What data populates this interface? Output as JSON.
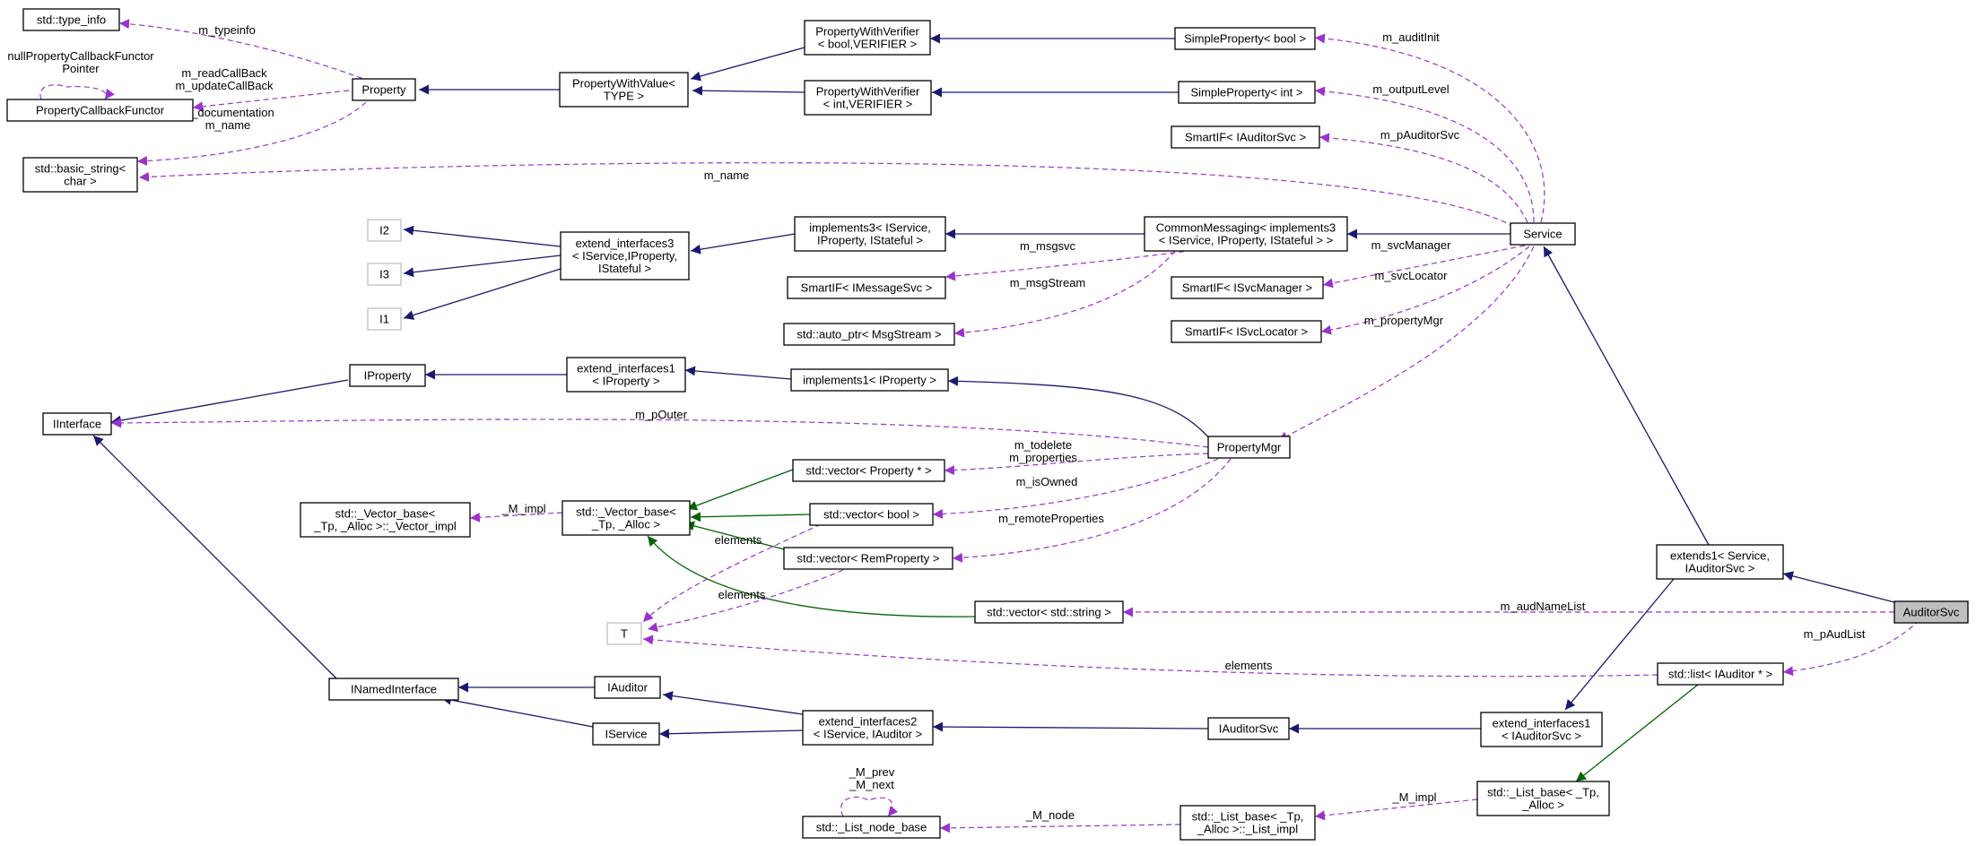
{
  "colors": {
    "inherit": "#191970",
    "template": "#006400",
    "usage": "#9a32cd",
    "node_border": "#000000",
    "ghost_border": "#bfbfbf",
    "highlight_fill": "#bfbfbf"
  },
  "nodes": [
    {
      "id": "typeinfo",
      "lines": [
        "std::type_info"
      ]
    },
    {
      "id": "pcf",
      "lines": [
        "PropertyCallbackFunctor"
      ]
    },
    {
      "id": "bstring",
      "lines": [
        "std::basic_string<",
        "char >"
      ]
    },
    {
      "id": "iinterface",
      "lines": [
        "IInterface"
      ]
    },
    {
      "id": "vimpl",
      "lines": [
        "std::_Vector_base<",
        "_Tp, _Alloc >::_Vector_impl"
      ]
    },
    {
      "id": "inamed",
      "lines": [
        "INamedInterface"
      ]
    },
    {
      "id": "property",
      "lines": [
        "Property"
      ]
    },
    {
      "id": "i2",
      "lines": [
        "I2"
      ]
    },
    {
      "id": "i3",
      "lines": [
        "I3"
      ]
    },
    {
      "id": "i1",
      "lines": [
        "I1"
      ]
    },
    {
      "id": "iproperty",
      "lines": [
        "IProperty"
      ]
    },
    {
      "id": "t",
      "lines": [
        "T"
      ]
    },
    {
      "id": "pwv",
      "lines": [
        "PropertyWithValue<",
        "TYPE >"
      ]
    },
    {
      "id": "ext3",
      "lines": [
        "extend_interfaces3",
        "< IService,IProperty,",
        "IStateful >"
      ]
    },
    {
      "id": "ext1p",
      "lines": [
        "extend_interfaces1",
        "< IProperty >"
      ]
    },
    {
      "id": "vbase",
      "lines": [
        "std::_Vector_base<",
        "_Tp, _Alloc >"
      ]
    },
    {
      "id": "iauditor",
      "lines": [
        "IAuditor"
      ]
    },
    {
      "id": "iservice",
      "lines": [
        "IService"
      ]
    },
    {
      "id": "pwvb",
      "lines": [
        "PropertyWithVerifier",
        "< bool,VERIFIER >"
      ]
    },
    {
      "id": "pwvi",
      "lines": [
        "PropertyWithVerifier",
        "< int,VERIFIER >"
      ]
    },
    {
      "id": "impl3",
      "lines": [
        "implements3< IService,",
        "IProperty, IStateful >"
      ]
    },
    {
      "id": "smsg",
      "lines": [
        "SmartIF< IMessageSvc >"
      ]
    },
    {
      "id": "autoptr",
      "lines": [
        "std::auto_ptr< MsgStream >"
      ]
    },
    {
      "id": "impl1",
      "lines": [
        "implements1< IProperty >"
      ]
    },
    {
      "id": "vprop",
      "lines": [
        "std::vector< Property * >"
      ]
    },
    {
      "id": "vbool",
      "lines": [
        "std::vector< bool >"
      ]
    },
    {
      "id": "vrem",
      "lines": [
        "std::vector< RemProperty >"
      ]
    },
    {
      "id": "vstr",
      "lines": [
        "std::vector< std::string >"
      ]
    },
    {
      "id": "ext2",
      "lines": [
        "extend_interfaces2",
        "< IService, IAuditor >"
      ]
    },
    {
      "id": "lnode",
      "lines": [
        "std::_List_node_base"
      ]
    },
    {
      "id": "spb",
      "lines": [
        "SimpleProperty< bool >"
      ]
    },
    {
      "id": "spi",
      "lines": [
        "SimpleProperty< int >"
      ]
    },
    {
      "id": "saud",
      "lines": [
        "SmartIF< IAuditorSvc >"
      ]
    },
    {
      "id": "cm",
      "lines": [
        "CommonMessaging< implements3",
        "< IService, IProperty, IStateful > >"
      ]
    },
    {
      "id": "ssvcm",
      "lines": [
        "SmartIF< ISvcManager >"
      ]
    },
    {
      "id": "ssvcl",
      "lines": [
        "SmartIF< ISvcLocator >"
      ]
    },
    {
      "id": "pmgr",
      "lines": [
        "PropertyMgr"
      ]
    },
    {
      "id": "iauditorsvc",
      "lines": [
        "IAuditorSvc"
      ]
    },
    {
      "id": "limpl",
      "lines": [
        "std::_List_base< _Tp,",
        "_Alloc >::_List_impl"
      ]
    },
    {
      "id": "service",
      "lines": [
        "Service"
      ]
    },
    {
      "id": "ext1s",
      "lines": [
        "extends1< Service,",
        "IAuditorSvc >"
      ]
    },
    {
      "id": "listaud",
      "lines": [
        "std::list< IAuditor * >"
      ]
    },
    {
      "id": "ext1a",
      "lines": [
        "extend_interfaces1",
        "< IAuditorSvc >"
      ]
    },
    {
      "id": "lbase",
      "lines": [
        "std::_List_base< _Tp,",
        "_Alloc >"
      ]
    },
    {
      "id": "auditorsvc",
      "lines": [
        "AuditorSvc"
      ]
    }
  ],
  "edge_labels": [
    {
      "id": "typeinfo",
      "lines": [
        "m_typeinfo"
      ]
    },
    {
      "id": "pcf_self",
      "lines": [
        "nullPropertyCallbackFunctor",
        "Pointer"
      ]
    },
    {
      "id": "pcf",
      "lines": [
        "m_readCallBack",
        "m_updateCallBack"
      ]
    },
    {
      "id": "bstring_prop",
      "lines": [
        "m_documentation",
        "m_name"
      ]
    },
    {
      "id": "bstring_svc",
      "lines": [
        "m_name"
      ]
    },
    {
      "id": "auditinit",
      "lines": [
        "m_auditInit"
      ]
    },
    {
      "id": "outputlevel",
      "lines": [
        "m_outputLevel"
      ]
    },
    {
      "id": "pauditorsvc",
      "lines": [
        "m_pAuditorSvc"
      ]
    },
    {
      "id": "svcmanager",
      "lines": [
        "m_svcManager"
      ]
    },
    {
      "id": "svclocator",
      "lines": [
        "m_svcLocator"
      ]
    },
    {
      "id": "propertymgr",
      "lines": [
        "m_propertyMgr"
      ]
    },
    {
      "id": "msgsvc",
      "lines": [
        "m_msgsvc"
      ]
    },
    {
      "id": "msgstream",
      "lines": [
        "m_msgStream"
      ]
    },
    {
      "id": "pouter",
      "lines": [
        "m_pOuter"
      ]
    },
    {
      "id": "todelete",
      "lines": [
        "m_todelete",
        "m_properties"
      ]
    },
    {
      "id": "isowned",
      "lines": [
        "m_isOwned"
      ]
    },
    {
      "id": "remote",
      "lines": [
        "m_remoteProperties"
      ]
    },
    {
      "id": "mimpl_v",
      "lines": [
        "_M_impl"
      ]
    },
    {
      "id": "elements_bool",
      "lines": [
        "elements"
      ]
    },
    {
      "id": "elements_rem",
      "lines": [
        "elements"
      ]
    },
    {
      "id": "elements_list",
      "lines": [
        "elements"
      ]
    },
    {
      "id": "audnamelist",
      "lines": [
        "m_audNameList"
      ]
    },
    {
      "id": "paudlist",
      "lines": [
        "m_pAudList"
      ]
    },
    {
      "id": "mprev",
      "lines": [
        "_M_prev",
        "_M_next"
      ]
    },
    {
      "id": "mnode",
      "lines": [
        "_M_node"
      ]
    },
    {
      "id": "mimpl_l",
      "lines": [
        "_M_impl"
      ]
    }
  ]
}
